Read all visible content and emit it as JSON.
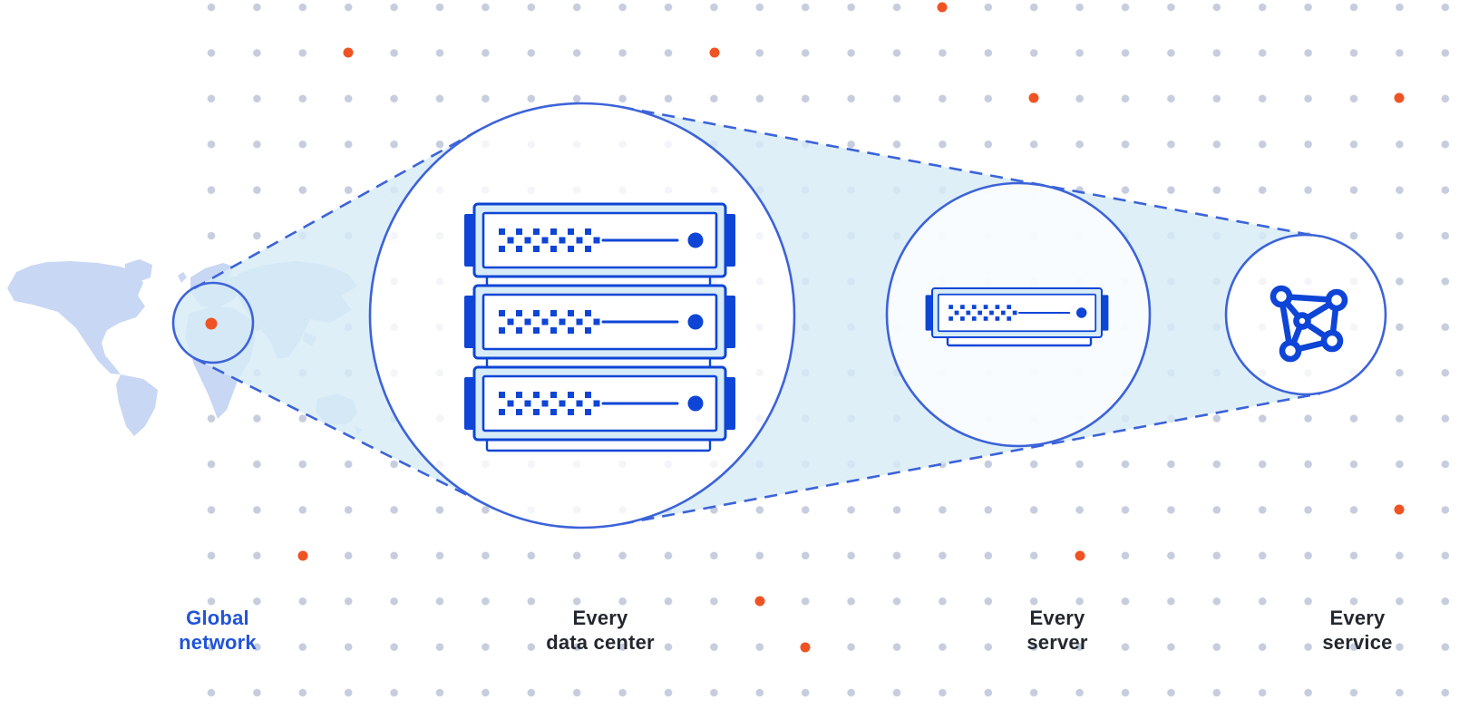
{
  "diagram_title": "global network zoom diagram",
  "labels": {
    "global_network": {
      "line1": "Global",
      "line2": "network"
    },
    "every_data_center": {
      "line1": "Every",
      "line2": "data center"
    },
    "every_server": {
      "line1": "Every",
      "line2": "server"
    },
    "every_service": {
      "line1": "Every",
      "line2": "service"
    }
  },
  "icons": [
    "world-map-icon",
    "map-location-dot-icon",
    "globe-focus-circle-icon",
    "server-rack-icon",
    "server-icon",
    "mesh-network-icon",
    "dot-grid-pattern"
  ],
  "colors": {
    "accent_orange": "#F05323",
    "primary_blue": "#3C63D9",
    "deep_blue": "#0E45D6",
    "light_blue": "#D8ECF7",
    "beam_fill": "rgba(215,236,247,0.82)",
    "map_fill": "#C8D7F3",
    "grid_dot": "#C6CDDE",
    "label_dark": "#23272F",
    "label_blue": "#2154D8"
  }
}
